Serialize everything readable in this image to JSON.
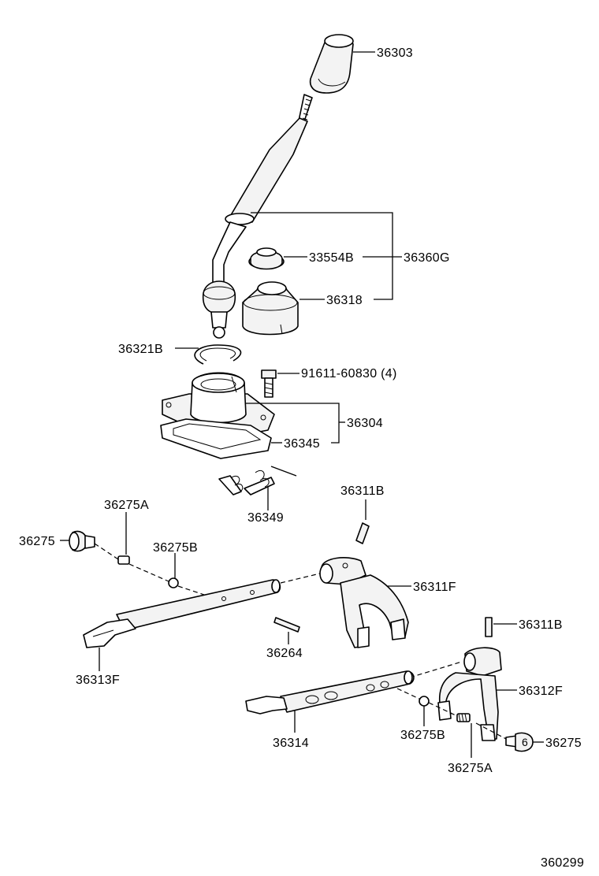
{
  "labels": {
    "knob": "36303",
    "boot_assy": "36360G",
    "retainer_small": "33554B",
    "boot": "36318",
    "snap_ring": "36321B",
    "bolt": "91611-60830 (4)",
    "housing_assy": "36304",
    "gasket": "36345",
    "spring": "36349",
    "pin_upper": "36311B",
    "plug_left": "36275",
    "spring_left": "36275A",
    "ball_left": "36275B",
    "fork_upper": "36311F",
    "pin_interlock": "36264",
    "shaft_left": "36313F",
    "pin_right": "36311B",
    "fork_lower": "36312F",
    "shaft_lower": "36314",
    "ball_right": "36275B",
    "plug_right": "36275",
    "spring_right": "36275A",
    "figure_id": "360299"
  }
}
